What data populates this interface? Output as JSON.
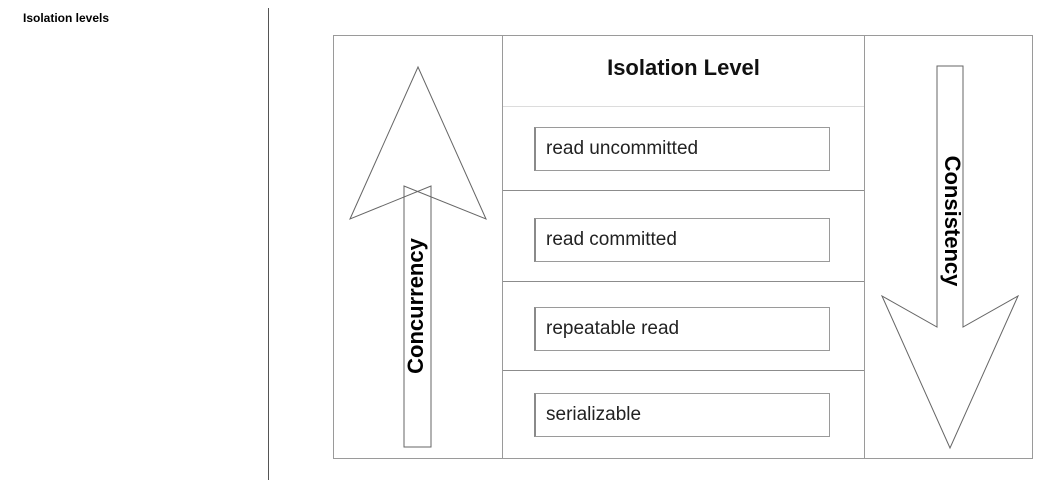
{
  "sidebar": {
    "title": "Isolation levels"
  },
  "diagram": {
    "heading": "Isolation Level",
    "levels": [
      "read uncommitted",
      "read committed",
      "repeatable read",
      "serializable"
    ],
    "left_arrow_label": "Concurrency",
    "right_arrow_label": "Consistency"
  }
}
